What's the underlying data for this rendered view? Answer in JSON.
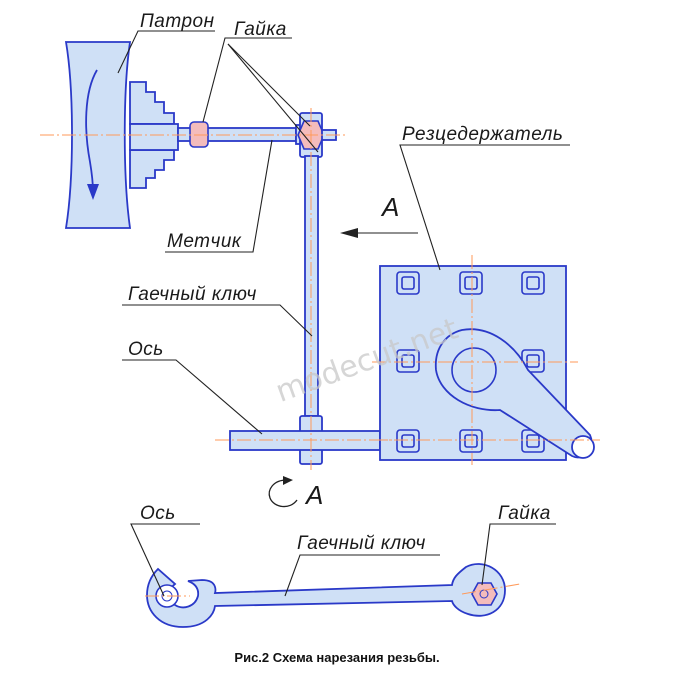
{
  "labels": {
    "patron": "Патрон",
    "gaika_top": "Гайка",
    "metchik": "Метчик",
    "rezcederzhatel": "Резцедержатель",
    "arrow_a": "А",
    "gaechny_klyuch_top": "Гаечный ключ",
    "os_top": "Ось",
    "view_a": "А",
    "os_bottom": "Ось",
    "gaechny_klyuch_bottom": "Гаечный ключ",
    "gaika_bottom": "Гайка"
  },
  "watermark": "modecut.net",
  "caption": "Рис.2 Схема нарезания резьбы.",
  "colors": {
    "part_fill": "#cfe0f6",
    "part_stroke": "#2a39c8",
    "nut_fill": "#f4bcbc",
    "axis_line": "#ff9a5a",
    "leader_line": "#222222"
  }
}
